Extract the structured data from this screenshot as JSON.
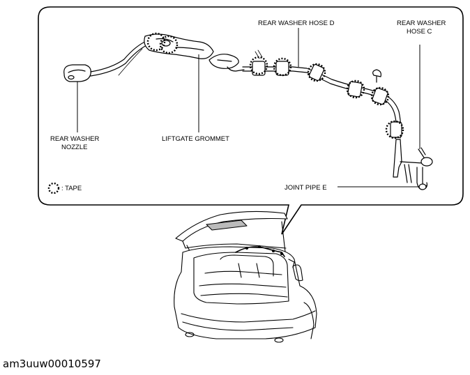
{
  "labels": {
    "rear_washer_hose_d": "REAR WASHER HOSE D",
    "rear_washer_hose_c_line1": "REAR WASHER",
    "rear_washer_hose_c_line2": "HOSE C",
    "rear_washer_nozzle_line1": "REAR WASHER",
    "rear_washer_nozzle_line2": "NOZZLE",
    "liftgate_grommet": "LIFTGATE GROMMET",
    "tape_legend": ": TAPE",
    "joint_pipe_e": "JOINT PIPE E"
  },
  "caption": "am3uuw00010597",
  "colors": {
    "stroke": "#000000",
    "background": "#ffffff"
  }
}
